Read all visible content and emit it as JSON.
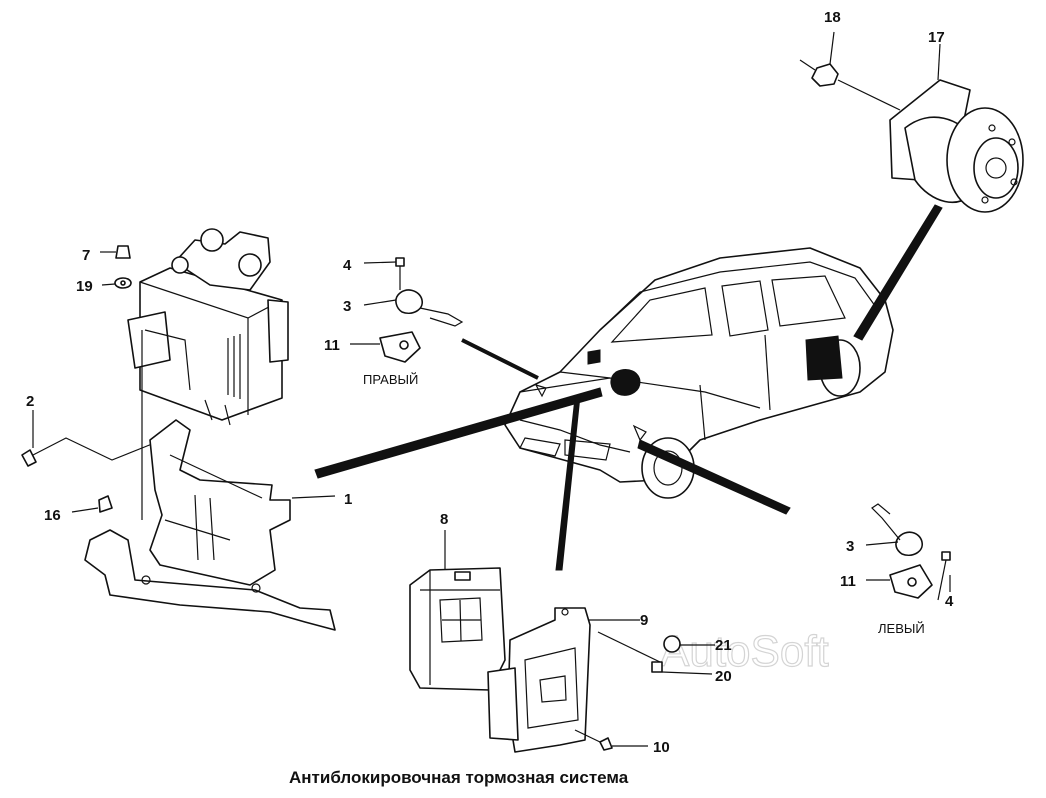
{
  "caption": "Антиблокировочная тормозная система",
  "watermark": "AutoSoft",
  "side_labels": {
    "right": "ПРАВЫЙ",
    "left": "ЛЕВЫЙ"
  },
  "callouts": {
    "c1": "1",
    "c2": "2",
    "c3a": "3",
    "c3b": "3",
    "c4a": "4",
    "c4b": "4",
    "c7": "7",
    "c8": "8",
    "c9": "9",
    "c10": "10",
    "c11a": "11",
    "c11b": "11",
    "c16": "16",
    "c17": "17",
    "c18": "18",
    "c19": "19",
    "c20": "20",
    "c21": "21"
  }
}
